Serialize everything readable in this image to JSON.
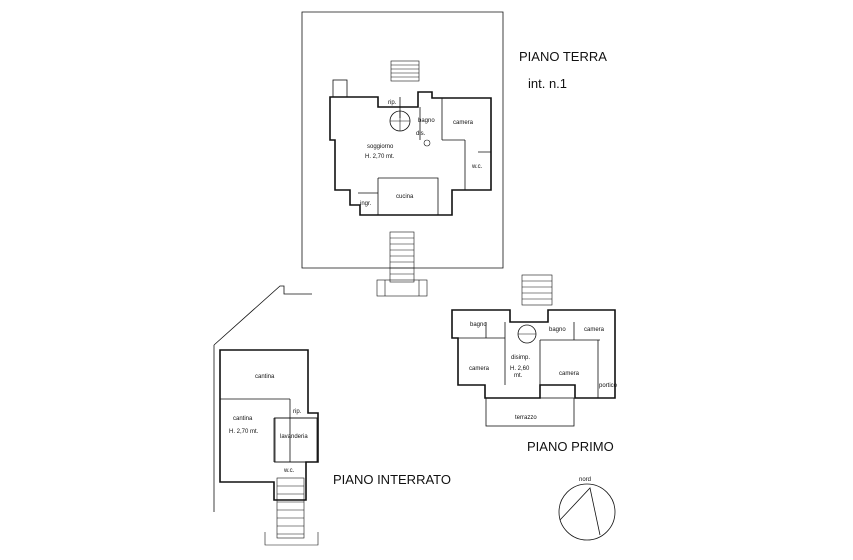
{
  "floors": {
    "ground": {
      "title": "PIANO TERRA",
      "unit": "int. n.1",
      "rooms": {
        "rip": "rip.",
        "bagno": "bagno",
        "dis": "dis.",
        "camera": "camera",
        "soggiorno": "soggiorno",
        "height": "H. 2,70 mt.",
        "wc": "w.c.",
        "cucina": "cucina",
        "ingr": "ingr."
      }
    },
    "first": {
      "title": "PIANO PRIMO",
      "rooms": {
        "bagno_left": "bagno",
        "bagno_center": "bagno",
        "camera_right": "camera",
        "disimp": "disimp.",
        "camera_left": "camera",
        "height": "H. 2,60",
        "height_unit": "mt.",
        "camera_center": "camera",
        "portico": "portico",
        "terrazzo": "terrazzo"
      }
    },
    "basement": {
      "title": "PIANO INTERRATO",
      "rooms": {
        "cantina_top": "cantina",
        "cantina": "cantina",
        "height": "H. 2,70 mt.",
        "rip": "rip.",
        "lavanderia": "lavanderia",
        "wc": "w.c."
      }
    }
  },
  "north": {
    "label": "nord"
  }
}
